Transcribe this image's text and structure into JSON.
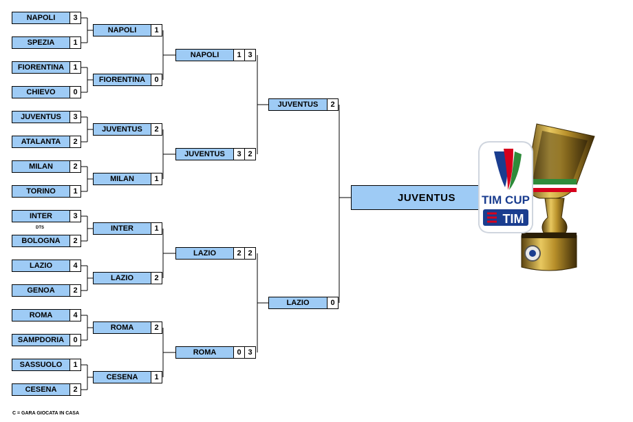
{
  "rounds": {
    "r16": [
      {
        "team": "NAPOLI",
        "score": "3"
      },
      {
        "team": "SPEZIA",
        "score": "1"
      },
      {
        "team": "FIORENTINA",
        "score": "1"
      },
      {
        "team": "CHIEVO",
        "score": "0"
      },
      {
        "team": "JUVENTUS",
        "score": "3"
      },
      {
        "team": "ATALANTA",
        "score": "2"
      },
      {
        "team": "MILAN",
        "score": "2"
      },
      {
        "team": "TORINO",
        "score": "1"
      },
      {
        "team": "INTER",
        "score": "3"
      },
      {
        "team": "BOLOGNA",
        "score": "2"
      },
      {
        "team": "LAZIO",
        "score": "4"
      },
      {
        "team": "GENOA",
        "score": "2"
      },
      {
        "team": "ROMA",
        "score": "4"
      },
      {
        "team": "SAMPDORIA",
        "score": "0"
      },
      {
        "team": "SASSUOLO",
        "score": "1"
      },
      {
        "team": "CESENA",
        "score": "2"
      }
    ],
    "qf": [
      {
        "team": "NAPOLI",
        "score": "1"
      },
      {
        "team": "FIORENTINA",
        "score": "0"
      },
      {
        "team": "JUVENTUS",
        "score": "2"
      },
      {
        "team": "MILAN",
        "score": "1"
      },
      {
        "team": "INTER",
        "score": "1"
      },
      {
        "team": "LAZIO",
        "score": "2"
      },
      {
        "team": "ROMA",
        "score": "2"
      },
      {
        "team": "CESENA",
        "score": "1"
      }
    ],
    "sf": [
      {
        "team": "NAPOLI",
        "score1": "1",
        "score2": "3"
      },
      {
        "team": "JUVENTUS",
        "score1": "3",
        "score2": "2"
      },
      {
        "team": "LAZIO",
        "score1": "2",
        "score2": "2"
      },
      {
        "team": "ROMA",
        "score1": "0",
        "score2": "3"
      }
    ],
    "final": [
      {
        "team": "JUVENTUS",
        "score": "2"
      },
      {
        "team": "LAZIO",
        "score": "0"
      }
    ]
  },
  "dts_note": "DTS",
  "champion": "JUVENTUS",
  "footnote": "C = GARA GIOCATA IN CASA",
  "logo": {
    "line1": "TIM CUP",
    "line2": "TIM"
  },
  "colors": {
    "team_box": "#9ecbf5",
    "line": "#000000",
    "logo_red": "#d6001c",
    "logo_blue": "#1a3d8f",
    "trophy_gold": "#b8902a"
  }
}
